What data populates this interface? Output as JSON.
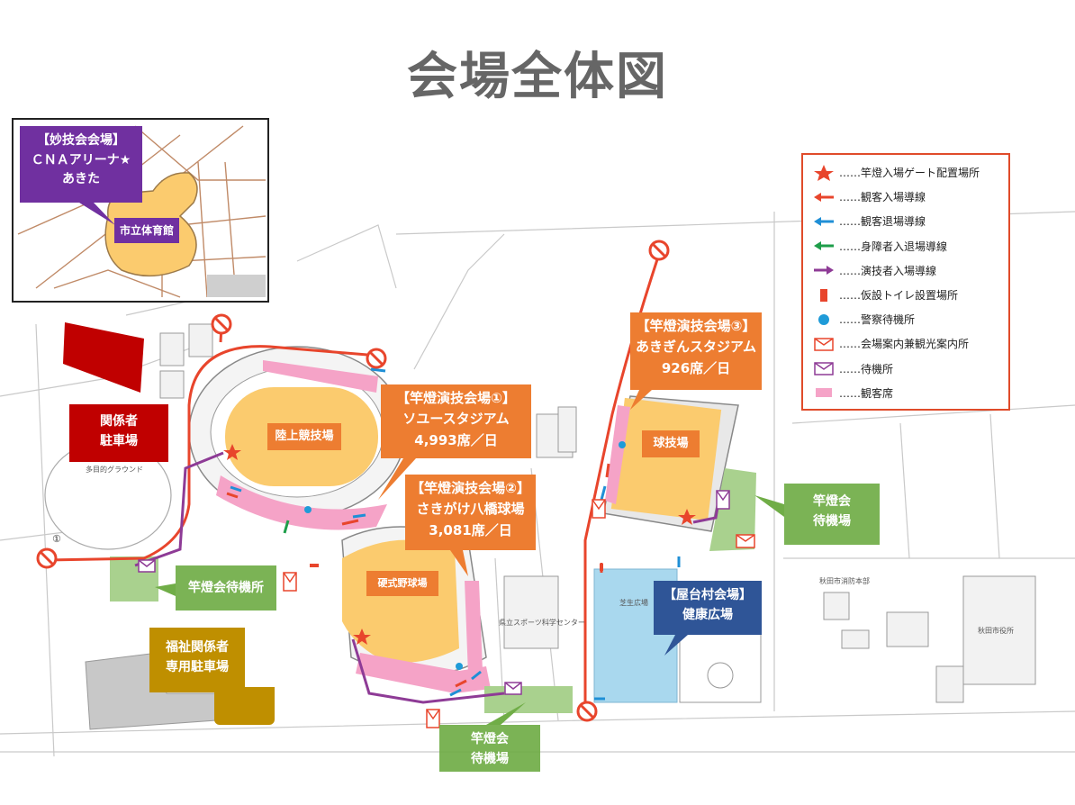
{
  "title": "会場全体図",
  "legend": {
    "items": [
      {
        "icon": "star-icon",
        "text": "……竿燈入場ゲート配置場所"
      },
      {
        "icon": "red-arrow-icon",
        "text": "……観客入場導線"
      },
      {
        "icon": "blue-arrow-icon",
        "text": "……観客退場導線"
      },
      {
        "icon": "green-arrow-icon",
        "text": "……身障者入退場導線"
      },
      {
        "icon": "purple-arrow-icon",
        "text": "……演技者入場導線"
      },
      {
        "icon": "toilet-icon",
        "text": "……仮設トイレ設置場所"
      },
      {
        "icon": "police-icon",
        "text": "……警察待機所"
      },
      {
        "icon": "info-envelope-icon",
        "text": "……会場案内兼観光案内所"
      },
      {
        "icon": "waiting-envelope-icon",
        "text": "……待機所"
      },
      {
        "icon": "seating-icon",
        "text": "……観客席"
      }
    ]
  },
  "callouts": {
    "myogikai": {
      "line1": "【妙技会会場】",
      "line2": "ＣＮＡアリーナ★",
      "line3": "あきた"
    },
    "venue1": {
      "line1": "【竿燈演技会場①】",
      "line2": "ソユースタジアム",
      "line3": "4,993席／日"
    },
    "venue2": {
      "line1": "【竿燈演技会場②】",
      "line2": "さきがけ八橋球場",
      "line3": "3,081席／日"
    },
    "venue3": {
      "line1": "【竿燈演技会場③】",
      "line2": "あきぎんスタジアム",
      "line3": "926席／日"
    },
    "yataimura": {
      "line1": "【屋台村会場】",
      "line2": "健康広場"
    },
    "parking_staff": {
      "line1": "関係者",
      "line2": "駐車場"
    },
    "welfare_parking": {
      "line1": "福祉関係者",
      "line2": "専用駐車場"
    },
    "waiting_right": {
      "line1": "竿燈会",
      "line2": "待機場"
    },
    "waiting_bottom": {
      "line1": "竿燈会",
      "line2": "待機場"
    },
    "waiting_left": {
      "line1": "竿燈会待機所"
    }
  },
  "map_labels": {
    "city_gym": "市立体育館",
    "athletics": "陸上競技場",
    "ballpark": "球技場",
    "baseball": "硬式野球場",
    "multi_ground": "多目的グラウンド",
    "sports_center": "県立スポーツ科学センター",
    "lawn_square": "芝生広場",
    "fire_hq": "秋田市消防本部",
    "city_hall": "秋田市役所",
    "circle_one": "①"
  },
  "colors": {
    "route_red": "#E8452C",
    "exit_blue": "#1F8FD6",
    "accessible_green": "#1E9E4A",
    "performer_purple": "#8E3B96",
    "seating_pink": "#F5A3C7",
    "field_yellow": "#FBCB6E",
    "plaza_blue": "#A9D8EE",
    "waiting_green": "#A9D18E"
  }
}
